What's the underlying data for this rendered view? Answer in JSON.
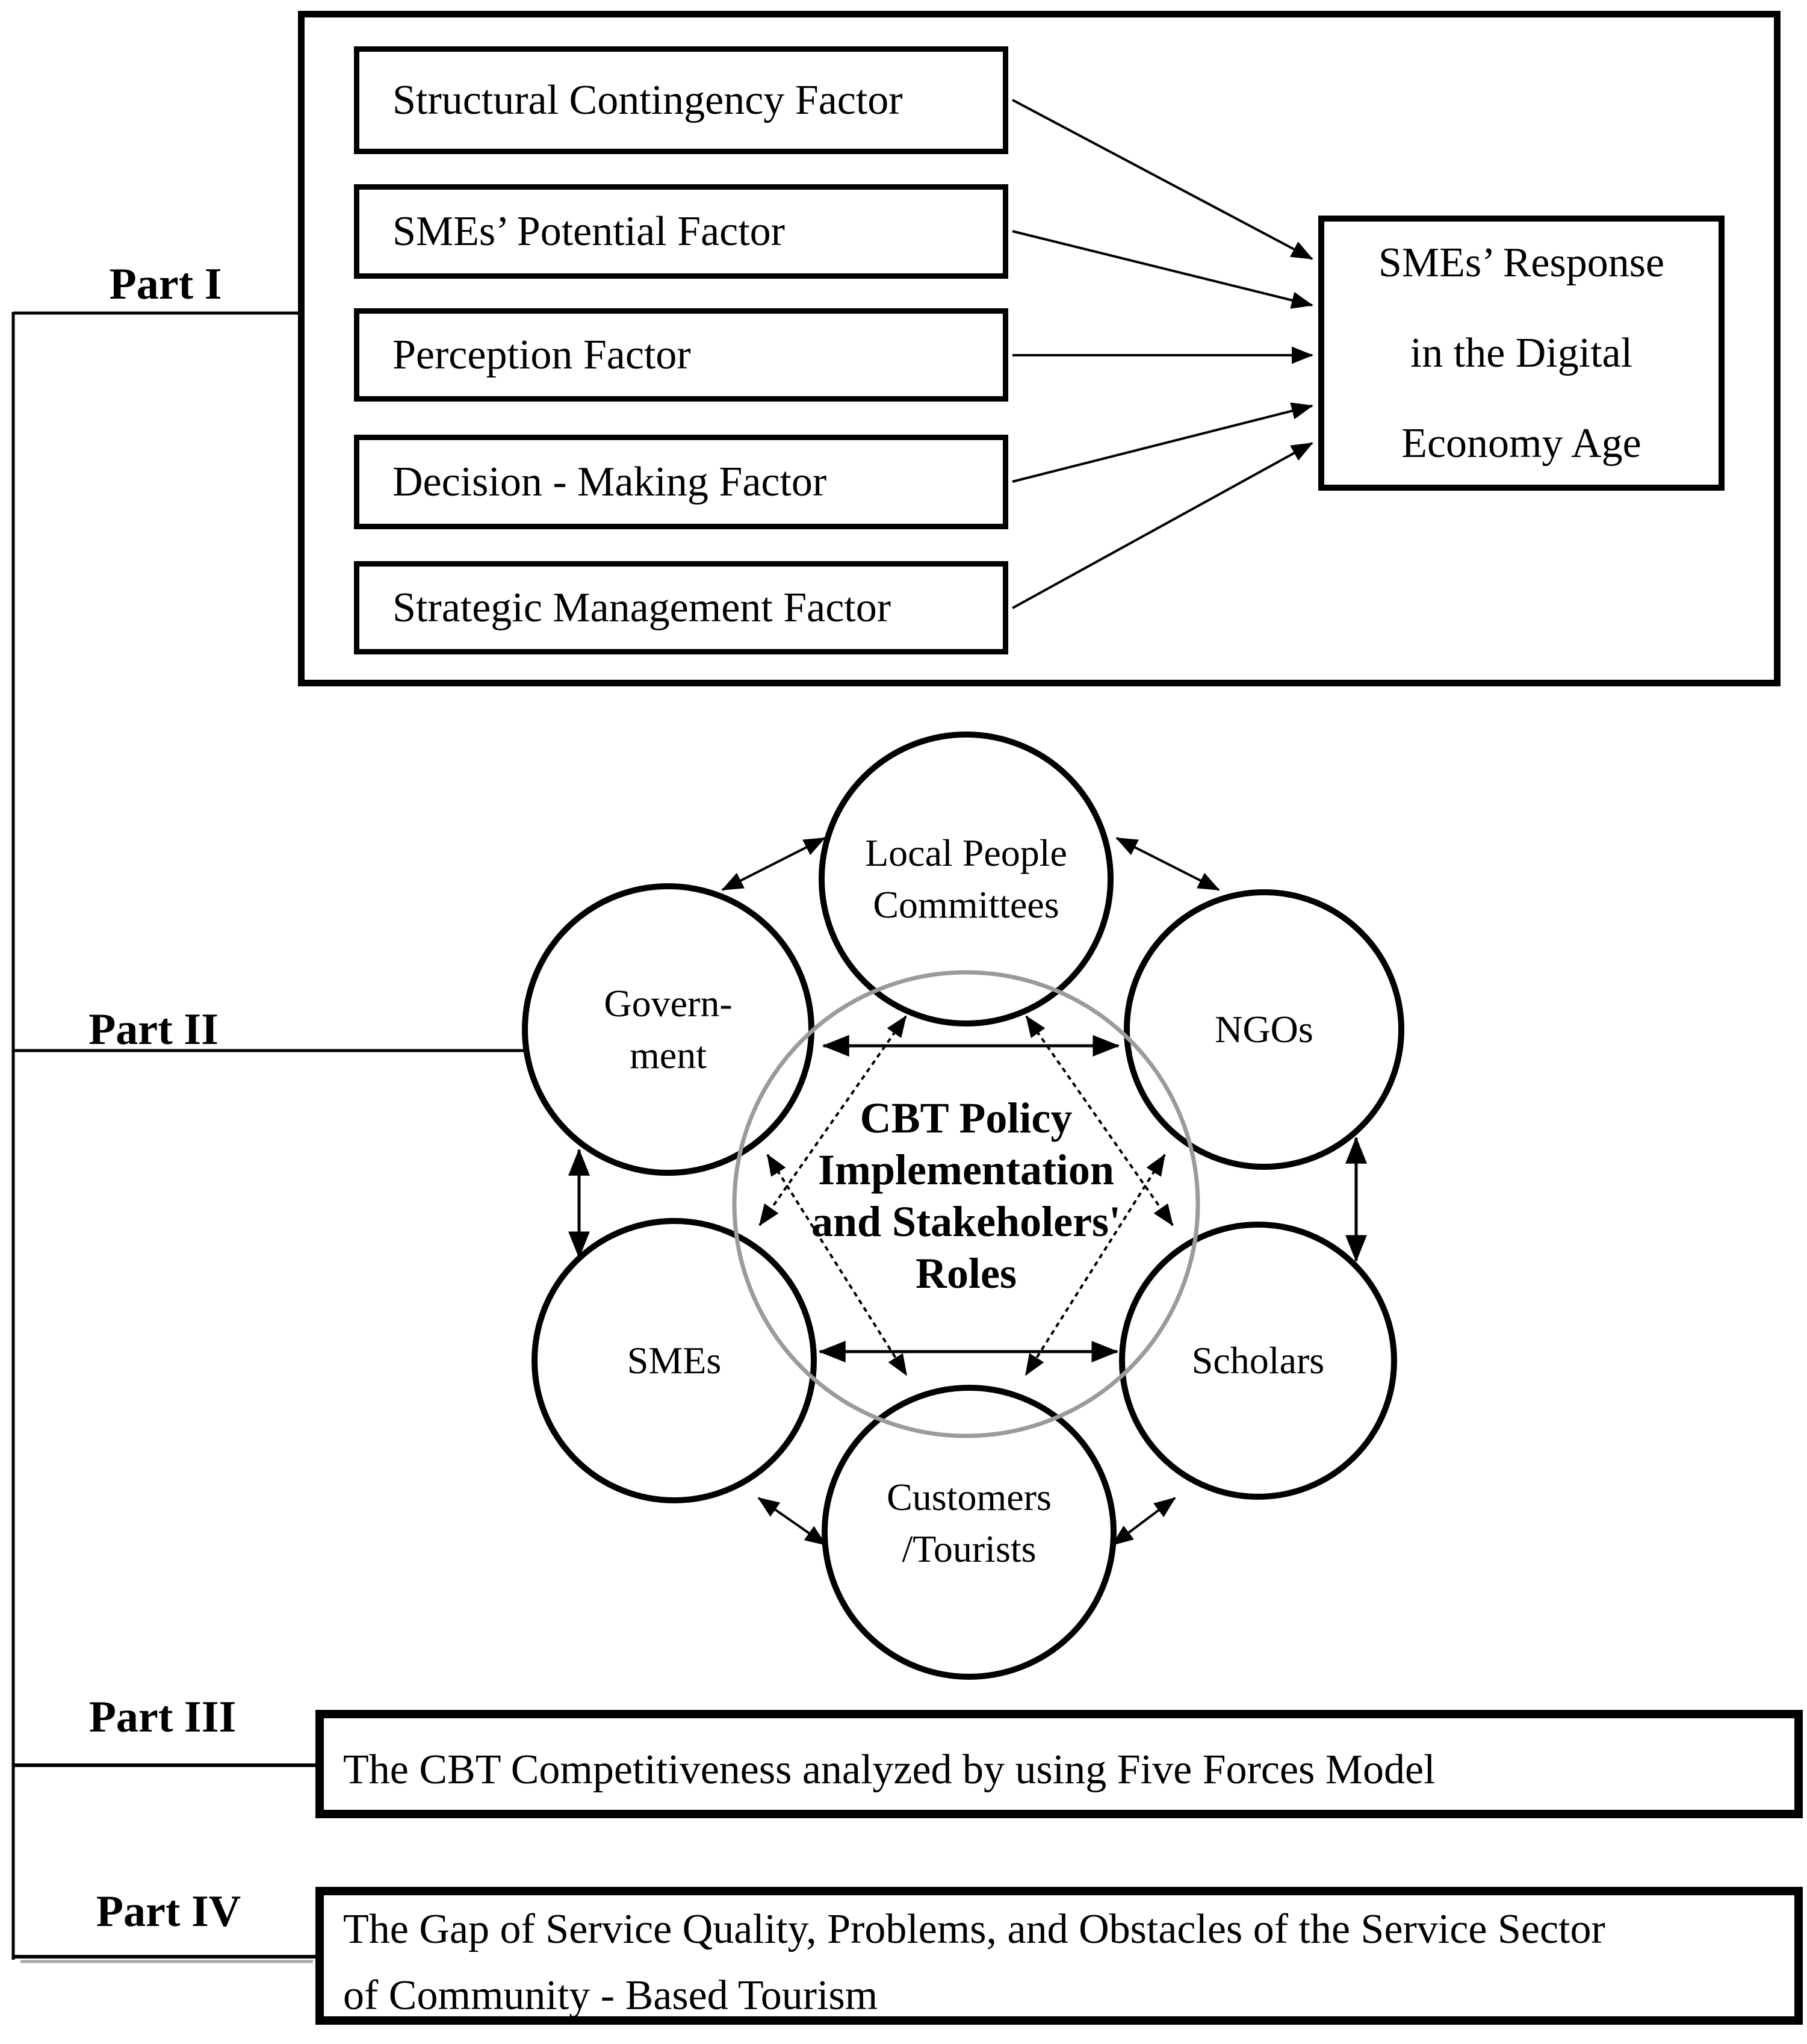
{
  "figure": {
    "background_color": "#ffffff",
    "line_color": "#000000",
    "inner_ring_color": "#9b9b9b"
  },
  "part1": {
    "label": "Part I",
    "factors": [
      "Structural Contingency Factor",
      "SMEs’ Potential Factor",
      "Perception Factor",
      "Decision - Making Factor",
      "Strategic Management Factor"
    ],
    "response": "SMEs’ Response\nin the Digital\nEconomy Age"
  },
  "part2": {
    "label": "Part II",
    "center": "CBT Policy\nImplementation\nand Stakeholers'\nRoles",
    "stakeholders": [
      "Local People\nCommittees",
      "Govern-\nment",
      "NGOs",
      "SMEs",
      "Scholars",
      "Customers\n/Tourists"
    ]
  },
  "part3": {
    "label": "Part III",
    "text": "The CBT Competitiveness analyzed by using Five Forces Model"
  },
  "part4": {
    "label": "Part IV",
    "text": "The Gap of Service Quality, Problems, and Obstacles of the Service Sector\nof Community - Based Tourism"
  }
}
